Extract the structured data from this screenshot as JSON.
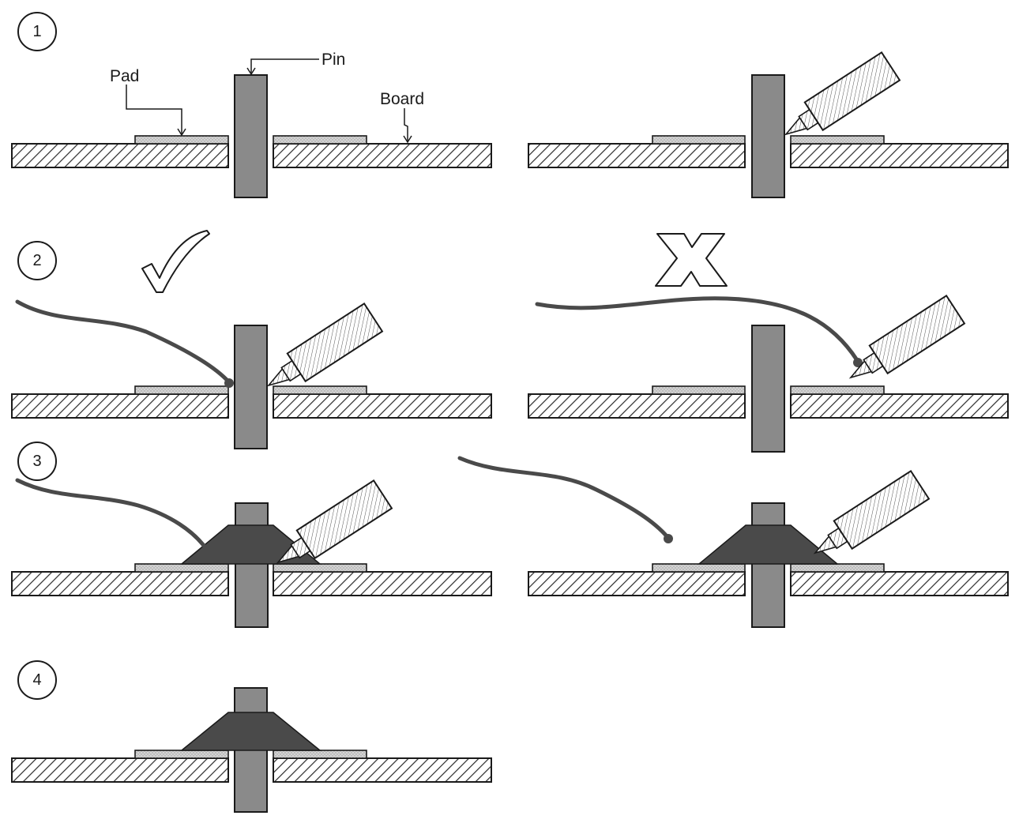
{
  "labels": {
    "pad": "Pad",
    "pin": "Pin",
    "board": "Board"
  },
  "steps": [
    "1",
    "2",
    "3",
    "4"
  ],
  "marks": {
    "correct": "check-mark-icon",
    "wrong": "cross-mark-icon"
  },
  "colors": {
    "outline": "#1a1a1a",
    "pin": "#8a8a8a",
    "solder": "#4a4a4a",
    "pad": "#cfcfcf"
  }
}
